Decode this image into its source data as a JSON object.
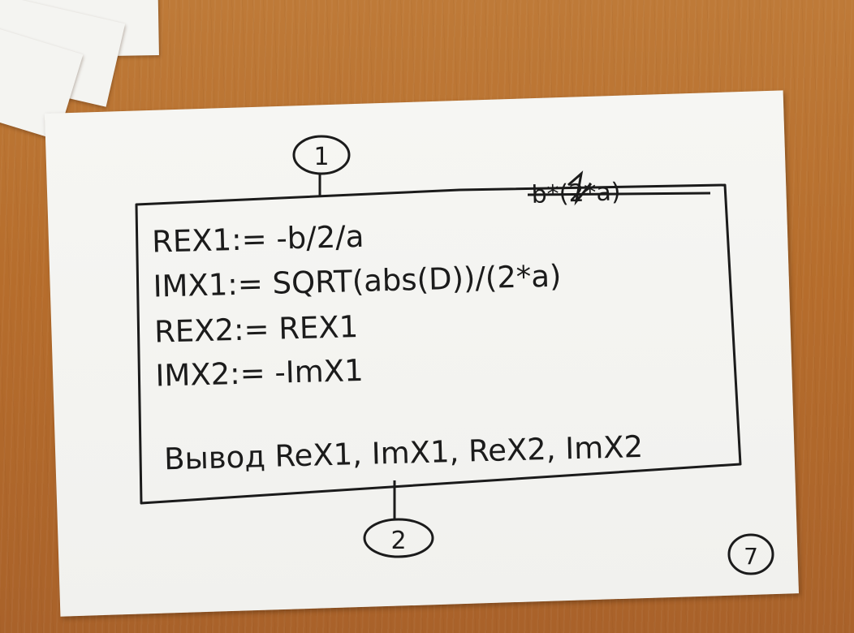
{
  "flowchart": {
    "connector_in": "1",
    "connector_out": "2",
    "crossed_out_note": "b*(2*a)",
    "lines": [
      "REX1:= -b/2/a",
      "IMX1:= SQRT(abs(D))/(2*a)",
      "REX2:= REX1",
      "IMX2:= -ImX1",
      "Вывод ReX1, ImX1, ReX2, ImX2"
    ],
    "page_number": "7"
  },
  "ink_color": "#1b1b1b",
  "paper_color": "#f4f4f1",
  "desk_color": "#b9712f"
}
